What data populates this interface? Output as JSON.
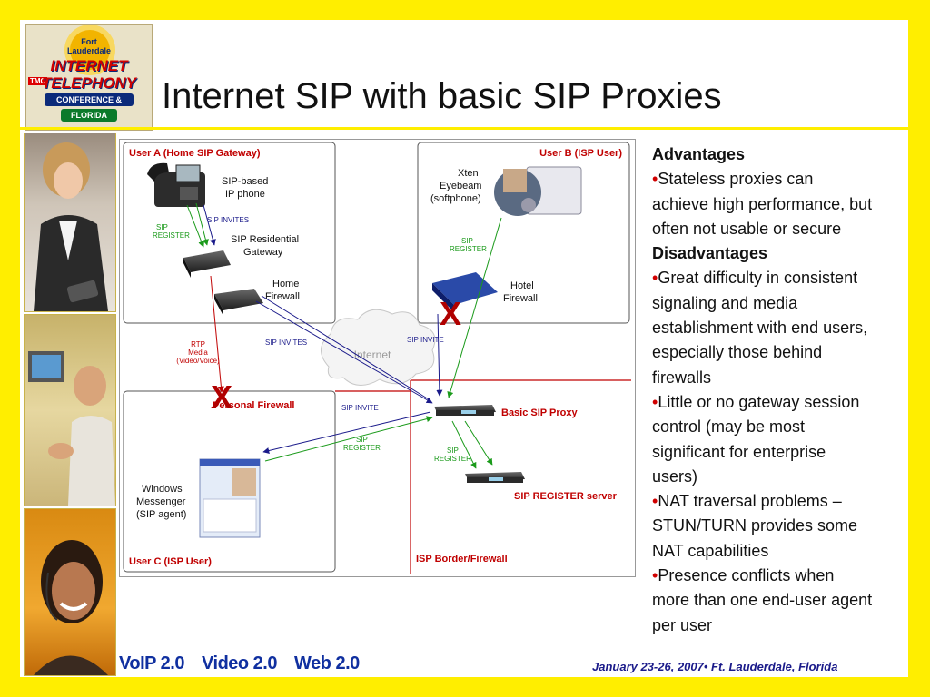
{
  "slide": {
    "title": "Internet SIP with basic SIP Proxies"
  },
  "logo": {
    "line1": "Fort",
    "line2": "Lauderdale",
    "line3": "INTERNET",
    "line4": "TELEPHONY",
    "line5": "CONFERENCE & EXPO",
    "line6": "FLORIDA",
    "tag": "TMC"
  },
  "diagram": {
    "userA": "User A (Home SIP Gateway)",
    "userB": "User B (ISP User)",
    "userC": "User C (ISP User)",
    "sipPhone1": "SIP-based",
    "sipPhone2": "IP phone",
    "resGw1": "SIP Residential",
    "resGw2": "Gateway",
    "homeFw1": "Home",
    "homeFw2": "Firewall",
    "xten1": "Xten",
    "xten2": "Eyebeam",
    "xten3": "(softphone)",
    "hotelFw1": "Hotel",
    "hotelFw2": "Firewall",
    "internet": "Internet",
    "personalFw": "Personal Firewall",
    "proxy": "Basic SIP Proxy",
    "registerServer": "SIP REGISTER server",
    "ispBorder": "ISP Border/Firewall",
    "winMsg1": "Windows",
    "winMsg2": "Messenger",
    "winMsg3": "(SIP agent)",
    "sipInvites": "SIP INVITES",
    "sipInvite": "SIP INVITE",
    "sip": "SIP",
    "register": "REGISTER",
    "rtp1": "RTP",
    "rtp2": "Media",
    "rtp3": "(Video/Voice)",
    "x": "X"
  },
  "text": {
    "adv_head": "Advantages",
    "adv1_a": "Stateless proxies can",
    "adv1_b": "achieve high performance, but",
    "adv1_c": "often not usable or secure",
    "dis_head": "Disadvantages",
    "d1_a": "Great difficulty in consistent",
    "d1_b": "signaling and media",
    "d1_c": "establishment with end users,",
    "d1_d": "especially those behind",
    "d1_e": "firewalls",
    "d2_a": "Little or no gateway session",
    "d2_b": "control (may be most",
    "d2_c": "significant for enterprise",
    "d2_d": "users)",
    "d3_a": "NAT traversal problems –",
    "d3_b": "STUN/TURN provides some",
    "d3_c": "NAT capabilities",
    "d4_a": "Presence conflicts when",
    "d4_b": "more than one end-user agent",
    "d4_c": "per user",
    "bullet": "•"
  },
  "footer": {
    "voip": "VoIP 2.0",
    "video": "Video 2.0",
    "web": "Web 2.0",
    "date": "January 23-26, 2007• Ft. Lauderdale, Florida"
  },
  "colors": {
    "frame": "#ffee00",
    "accentRed": "#c00000",
    "sipBlue": "#1a1a8a",
    "registerGreen": "#1a9a1a"
  }
}
